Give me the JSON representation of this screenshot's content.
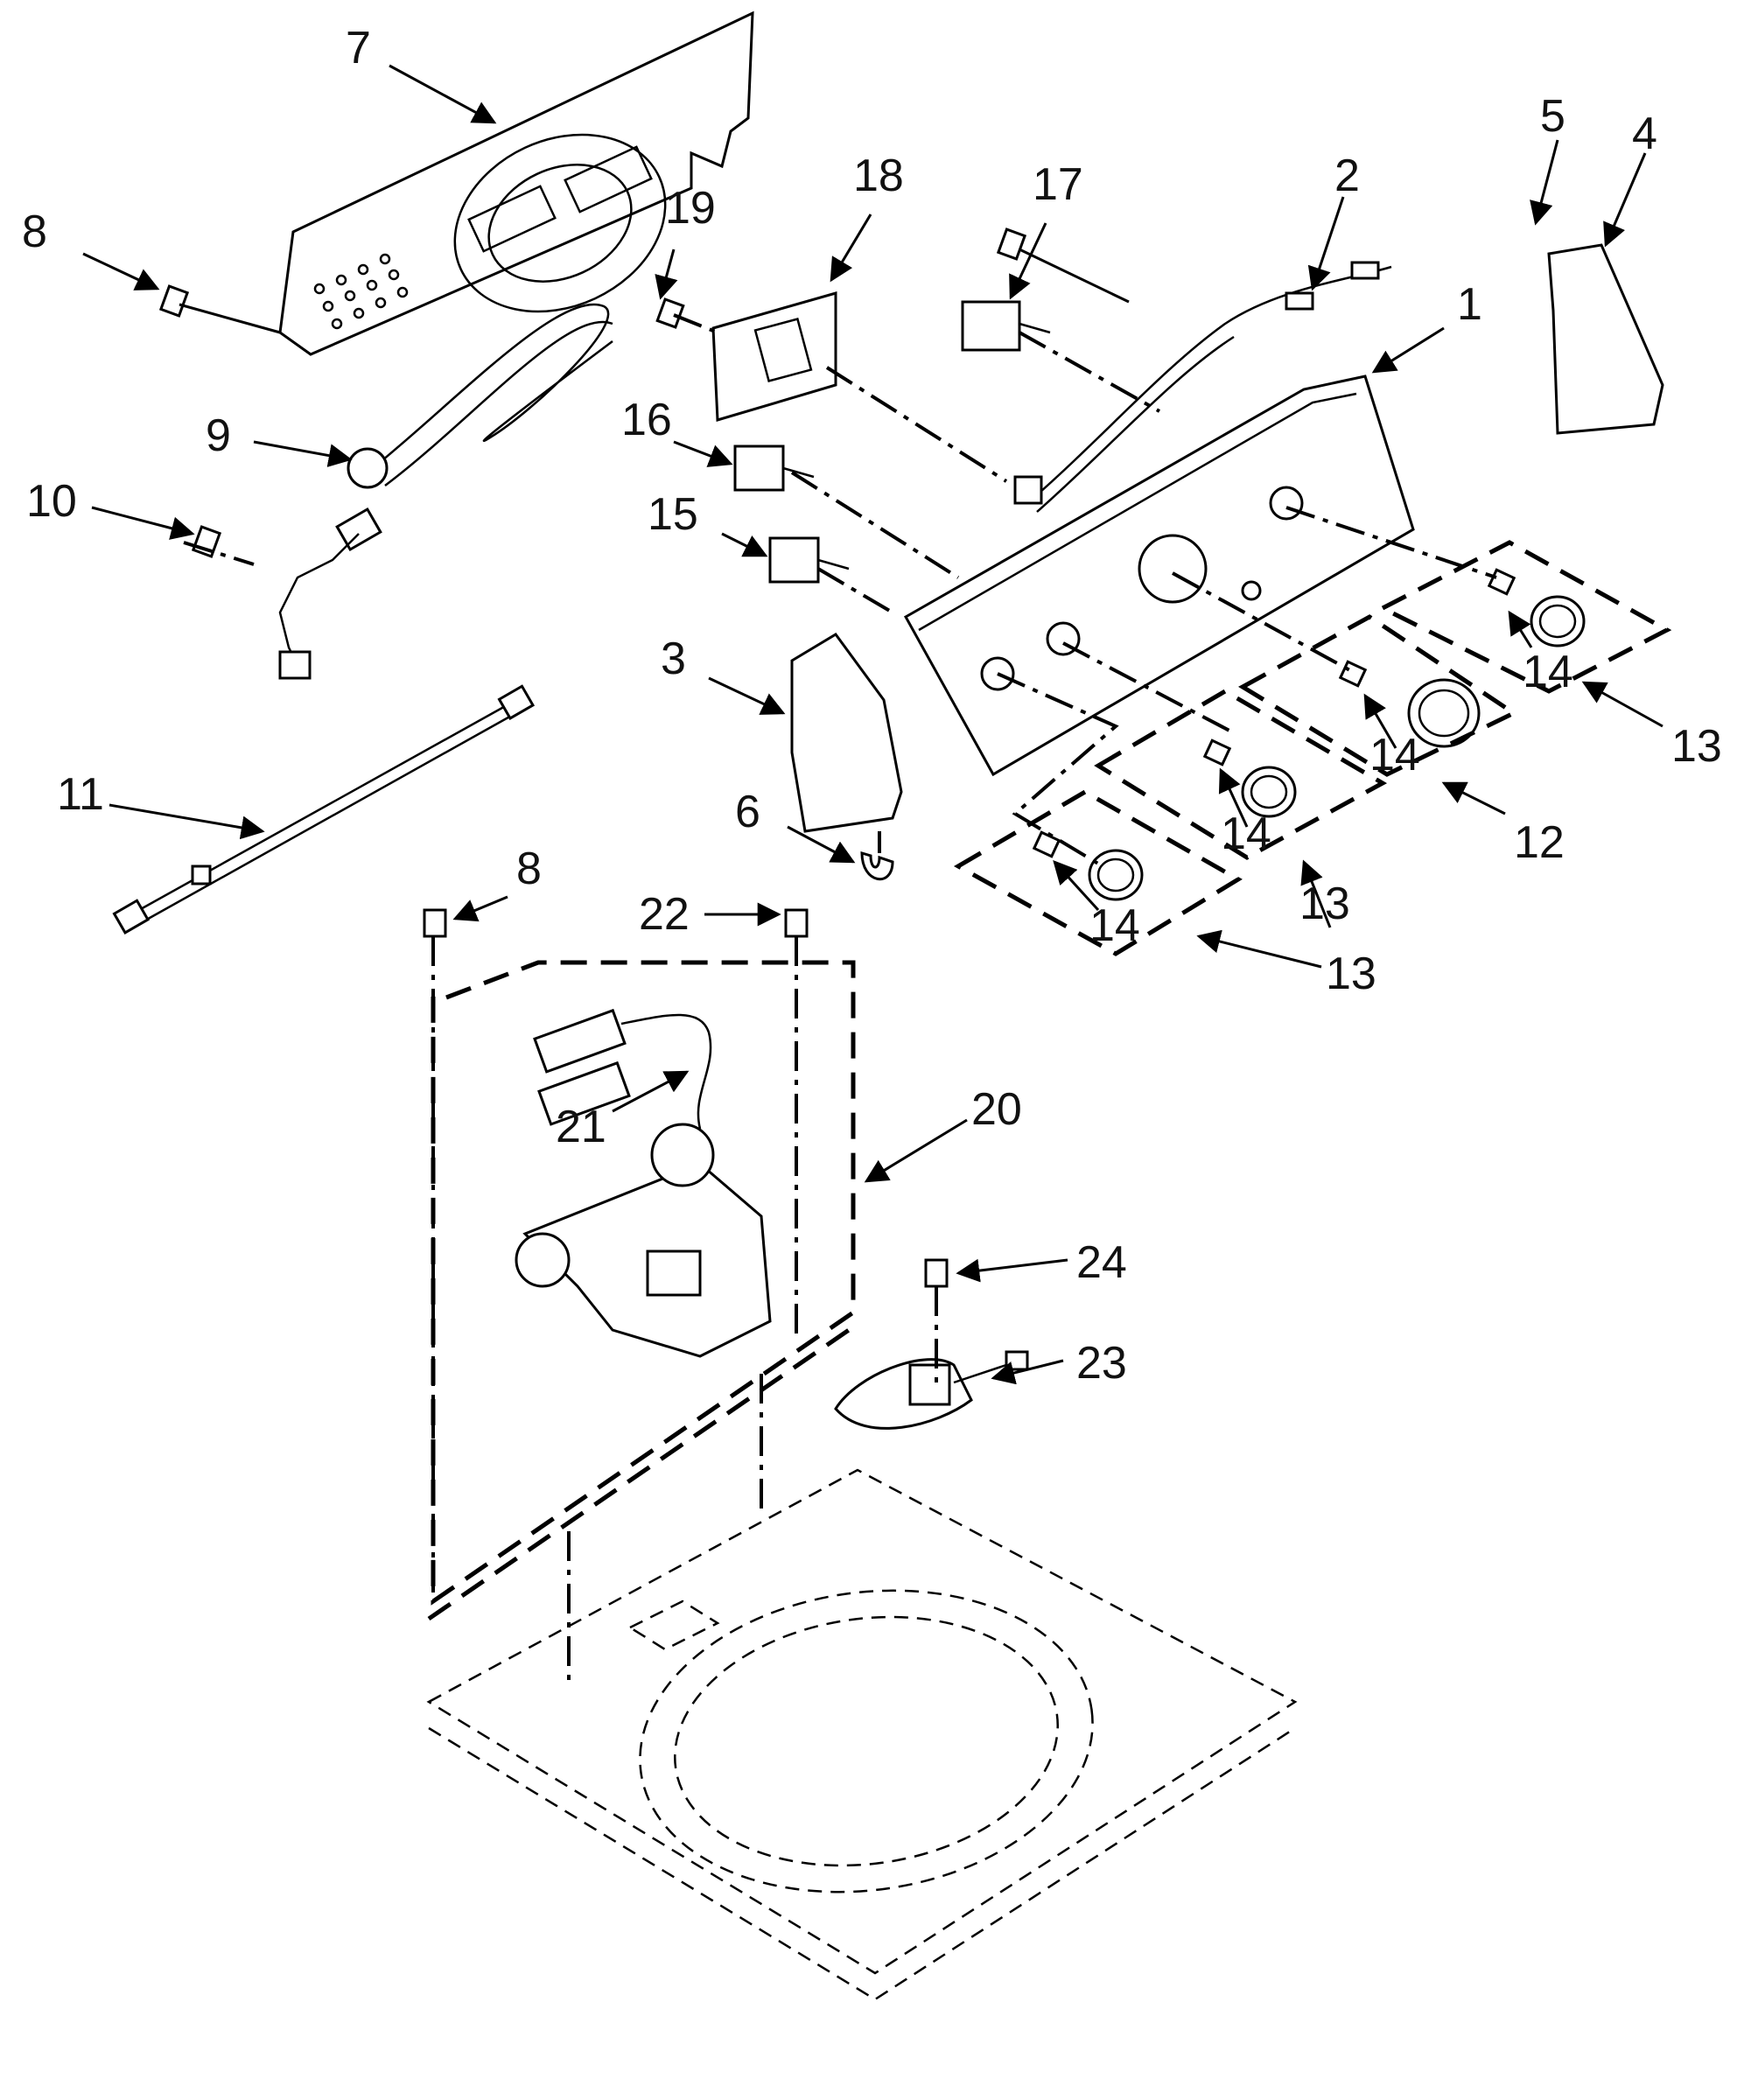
{
  "labels": {
    "l1": "1",
    "l2": "2",
    "l3": "3",
    "l4": "4",
    "l5": "5",
    "l6": "6",
    "l7": "7",
    "l8a": "8",
    "l8b": "8",
    "l9": "9",
    "l10": "10",
    "l11": "11",
    "l12": "12",
    "l13a": "13",
    "l13b": "13",
    "l13c": "13",
    "l14a": "14",
    "l14b": "14",
    "l14c": "14",
    "l14d": "14",
    "l15": "15",
    "l16": "16",
    "l17": "17",
    "l18": "18",
    "l19": "19",
    "l20": "20",
    "l21": "21",
    "l22": "22",
    "l23": "23",
    "l24": "24"
  }
}
